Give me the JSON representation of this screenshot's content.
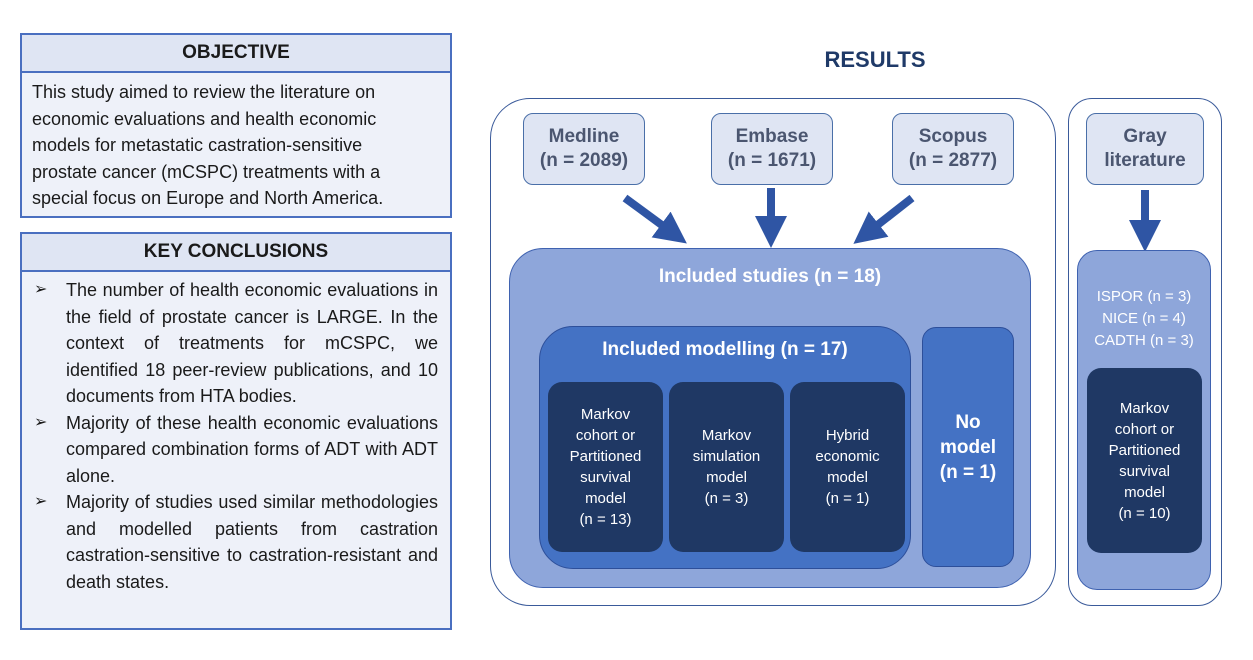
{
  "objective": {
    "title": "OBJECTIVE",
    "lines": [
      "This study aimed to review the literature on",
      "economic evaluations and health economic",
      "models for metastatic castration-sensitive",
      "prostate cancer (mCSPC) treatments with a",
      "special focus on Europe and North America."
    ]
  },
  "conclusions": {
    "title": "KEY CONCLUSIONS",
    "bullet": "➢",
    "items": [
      "The number of health economic evaluations in the field of prostate cancer is LARGE. In the context of treatments for mCSPC, we identified 18 peer-review publications, and 10 documents from HTA bodies.",
      "Majority of these health economic evaluations compared combination forms of ADT with ADT alone.",
      "Majority of studies used similar methodologies and modelled patients from castration castration-sensitive to castration-resistant and death states."
    ]
  },
  "results": {
    "title": "RESULTS",
    "sources": [
      {
        "name": "Medline",
        "count": "(n = 2089)"
      },
      {
        "name": "Embase",
        "count": "(n = 1671)"
      },
      {
        "name": "Scopus",
        "count": "(n = 2877)"
      }
    ],
    "included_studies": "Included studies (n = 18)",
    "included_modelling": "Included modelling (n = 17)",
    "models": [
      {
        "lines": [
          "Markov",
          "cohort or",
          "Partitioned",
          "survival",
          "model",
          "(n = 13)"
        ]
      },
      {
        "lines": [
          "Markov",
          "simulation",
          "model",
          "(n = 3)"
        ]
      },
      {
        "lines": [
          "Hybrid",
          "economic",
          "model",
          "(n = 1)"
        ]
      }
    ],
    "no_model": [
      "No",
      "model",
      "(n = 1)"
    ],
    "gray": {
      "title": [
        "Gray",
        "literature"
      ],
      "docs": [
        "ISPOR (n = 3)",
        "NICE (n = 4)",
        "CADTH (n = 3)"
      ],
      "model_lines": [
        "Markov",
        "cohort or",
        "Partitioned",
        "survival",
        "model",
        "(n = 10)"
      ]
    }
  },
  "colors": {
    "panel_border": "#4a6fc0",
    "panel_head_bg": "#dfe5f3",
    "source_bg": "#dfe5f3",
    "light_blue": "#8ea6da",
    "mid_blue": "#4472c4",
    "dark_navy": "#1f3864",
    "arrow": "#2f55a4",
    "title": "#1f3a68"
  }
}
